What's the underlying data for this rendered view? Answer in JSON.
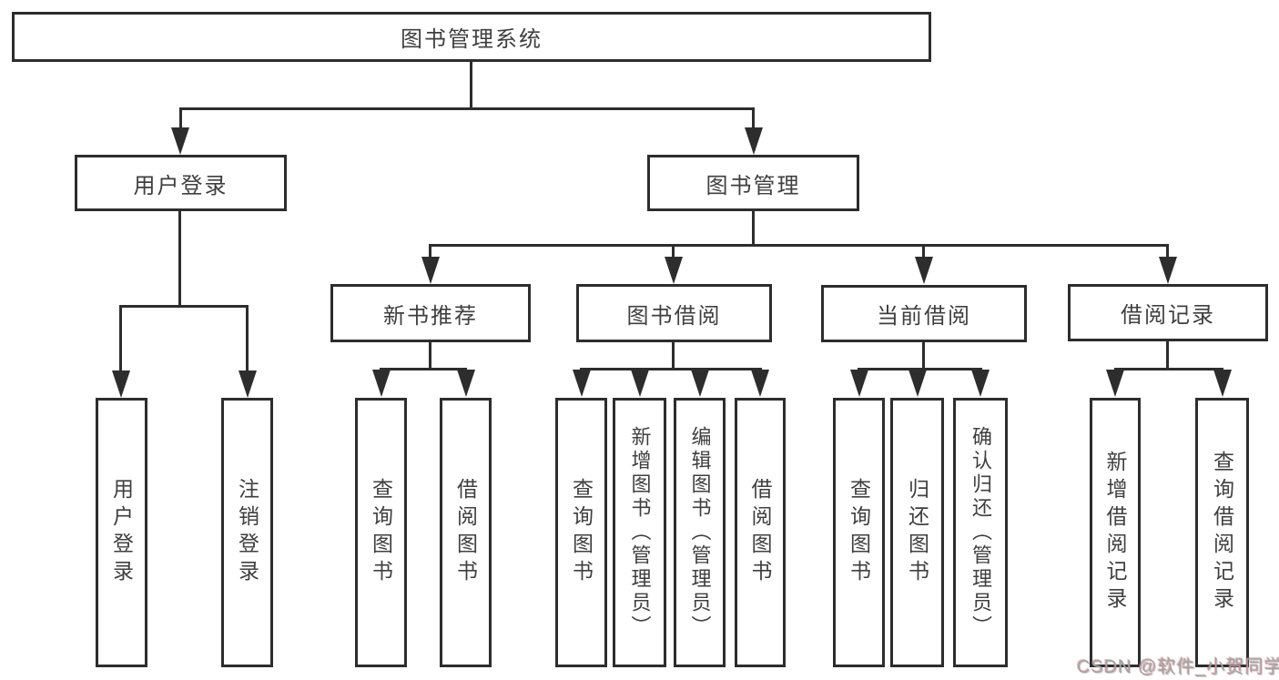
{
  "diagram": {
    "title": "图书管理系统",
    "type": "hierarchy-tree",
    "colors": {
      "line": "#2d2d2d",
      "text": "#3f3f3f",
      "background": "#ffffff",
      "watermark": "#a3a3a3"
    },
    "nodes": {
      "root": {
        "label": "图书管理系统"
      },
      "user_login": {
        "label": "用户登录"
      },
      "book_mgmt": {
        "label": "图书管理"
      },
      "new_book_rec": {
        "label": "新书推荐"
      },
      "book_borrow": {
        "label": "图书借阅"
      },
      "current_borrow": {
        "label": "当前借阅"
      },
      "borrow_records": {
        "label": "借阅记录"
      },
      "leaf_user_login": {
        "label": "用户登录"
      },
      "leaf_logout": {
        "label": "注销登录"
      },
      "leaf_query_book_rec": {
        "label": "查询图书"
      },
      "leaf_borrow_book_rec": {
        "label": "借阅图书"
      },
      "leaf_query_book_borrow": {
        "label": "查询图书"
      },
      "leaf_add_book": {
        "label": "新增图书（管理员）"
      },
      "leaf_edit_book": {
        "label": "编辑图书（管理员）"
      },
      "leaf_borrow_book_borrow": {
        "label": "借阅图书"
      },
      "leaf_query_book_current": {
        "label": "查询图书"
      },
      "leaf_return_book": {
        "label": "归还图书"
      },
      "leaf_confirm_return": {
        "label": "确认归还（管理员）"
      },
      "leaf_add_record": {
        "label": "新增借阅记录"
      },
      "leaf_query_record": {
        "label": "查询借阅记录"
      }
    },
    "edges": [
      {
        "from": "root",
        "to": "user_login"
      },
      {
        "from": "root",
        "to": "book_mgmt"
      },
      {
        "from": "user_login",
        "to": "leaf_user_login"
      },
      {
        "from": "user_login",
        "to": "leaf_logout"
      },
      {
        "from": "book_mgmt",
        "to": "new_book_rec"
      },
      {
        "from": "book_mgmt",
        "to": "book_borrow"
      },
      {
        "from": "book_mgmt",
        "to": "current_borrow"
      },
      {
        "from": "book_mgmt",
        "to": "borrow_records"
      },
      {
        "from": "new_book_rec",
        "to": "leaf_query_book_rec"
      },
      {
        "from": "new_book_rec",
        "to": "leaf_borrow_book_rec"
      },
      {
        "from": "book_borrow",
        "to": "leaf_query_book_borrow"
      },
      {
        "from": "book_borrow",
        "to": "leaf_add_book"
      },
      {
        "from": "book_borrow",
        "to": "leaf_edit_book"
      },
      {
        "from": "book_borrow",
        "to": "leaf_borrow_book_borrow"
      },
      {
        "from": "current_borrow",
        "to": "leaf_query_book_current"
      },
      {
        "from": "current_borrow",
        "to": "leaf_return_book"
      },
      {
        "from": "current_borrow",
        "to": "leaf_confirm_return"
      },
      {
        "from": "borrow_records",
        "to": "leaf_add_record"
      },
      {
        "from": "borrow_records",
        "to": "leaf_query_record"
      }
    ],
    "watermark": "CSDN @软件_小贺同学"
  }
}
